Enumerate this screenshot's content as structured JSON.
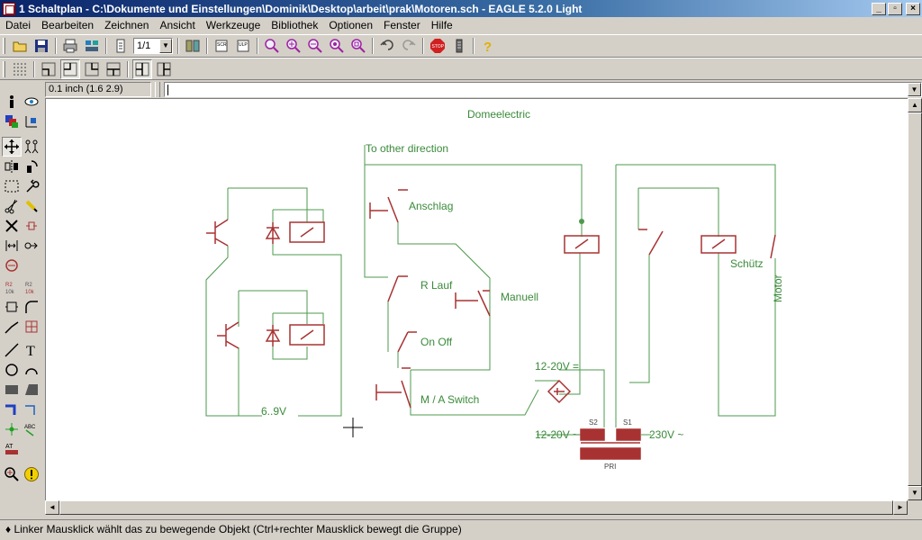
{
  "window": {
    "title": "1 Schaltplan - C:\\Dokumente und Einstellungen\\Dominik\\Desktop\\arbeit\\prak\\Motoren.sch - EAGLE 5.2.0 Light",
    "min_label": "_",
    "max_label": "▫",
    "close_label": "×"
  },
  "menu": [
    "Datei",
    "Bearbeiten",
    "Zeichnen",
    "Ansicht",
    "Werkzeuge",
    "Bibliothek",
    "Optionen",
    "Fenster",
    "Hilfe"
  ],
  "toolbar": {
    "scale_value": "1/1",
    "stop_label": "STOP"
  },
  "coordinates": "0.1 inch (1.6 2.9)",
  "command_line": "",
  "schematic": {
    "labels": {
      "domeelectric": "Domeelectric",
      "to_other_direction": "To other direction",
      "anschlag": "Anschlag",
      "r_lauf": "R Lauf",
      "manuell": "Manuell",
      "on_off": "On Off",
      "ma_switch": "M / A Switch",
      "schuetz": "Schütz",
      "motor": "Motor",
      "v_6_9": "6..9V",
      "v_12_20_dc": "12-20V =",
      "v_12_20_ac": "12-20V ~",
      "v_230": "230V ~",
      "s2": "S2",
      "s1": "S1",
      "pri": "PRI"
    }
  },
  "palette": {
    "r2_label": "R2",
    "r2_value": "10k",
    "abc_label": "ABC",
    "at_label": "AT",
    "text_tool": "T"
  },
  "status_text": "♦ Linker Mausklick wählt das zu bewegende Objekt (Ctrl+rechter Mausklick bewegt die Gruppe)",
  "colors": {
    "net": "#4c9a4c",
    "symbol": "#a83232",
    "text": "#3a8a3a"
  }
}
